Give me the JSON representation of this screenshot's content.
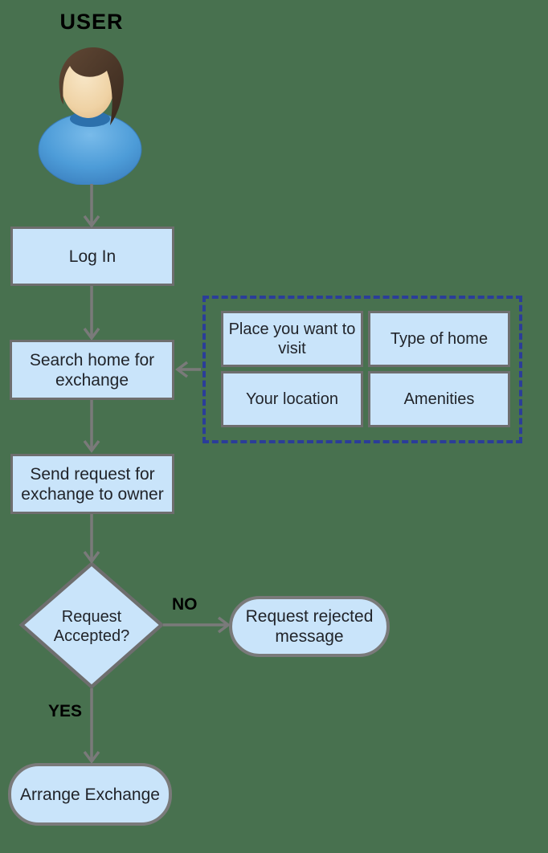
{
  "flowchart": {
    "actor": {
      "label": "USER",
      "icon": "user-avatar-icon"
    },
    "nodes": {
      "login": {
        "type": "process",
        "label": "Log In"
      },
      "search": {
        "type": "process",
        "label": "Search home for exchange"
      },
      "send_request": {
        "type": "process",
        "label": "Send request for exchange to owner"
      },
      "decision": {
        "type": "decision",
        "label": "Request Accepted?"
      },
      "rejected": {
        "type": "terminator",
        "label": "Request rejected message"
      },
      "arrange": {
        "type": "terminator",
        "label": "Arrange Exchange"
      }
    },
    "criteria_group": {
      "items": [
        {
          "label": "Place you want to visit"
        },
        {
          "label": "Type of home"
        },
        {
          "label": "Your location"
        },
        {
          "label": "Amenities"
        }
      ]
    },
    "edge_labels": {
      "no": "NO",
      "yes": "YES"
    }
  },
  "colors": {
    "background": "#48714F",
    "node_fill": "#C9E4FA",
    "node_border": "#6E6E6E",
    "terminator_border": "#7A7A7A",
    "arrow": "#7A7A7A",
    "dashed_border": "#2B3D99",
    "node_text": "#21242A",
    "label_text": "#000000",
    "avatar_shirt": "#4D9CD8",
    "avatar_hair": "#4A3527",
    "avatar_skin": "#EFD2A4"
  }
}
